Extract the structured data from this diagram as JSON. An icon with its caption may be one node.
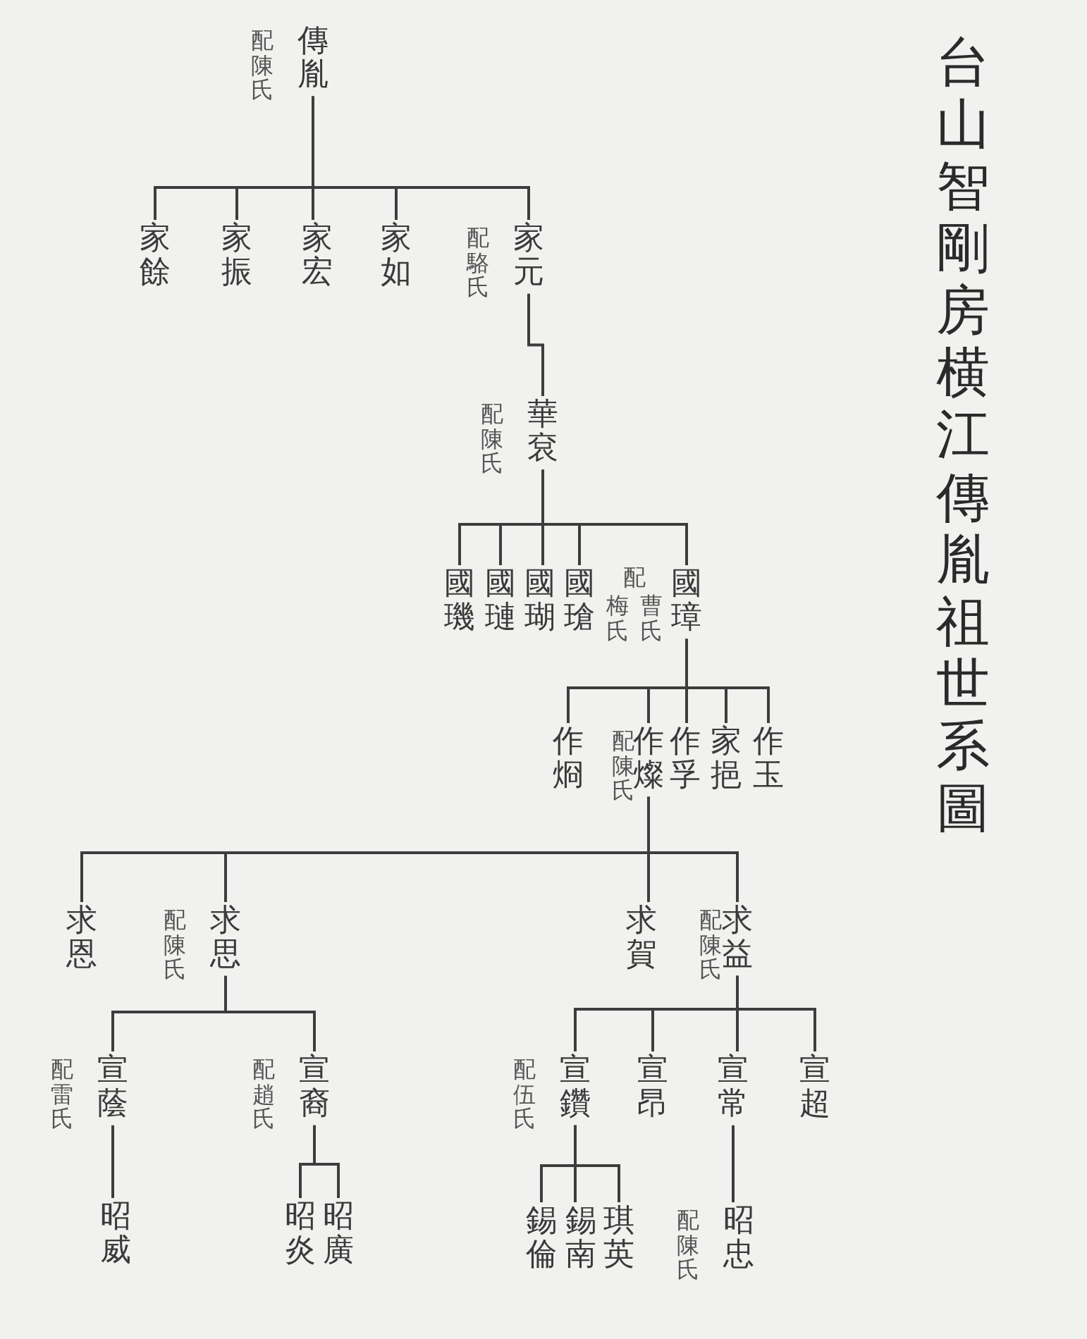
{
  "diagram": {
    "title": "台山智剛房横江傳胤祖世系圖",
    "nodes": [
      {
        "text": [
          "傳胤"
        ],
        "beside": [
          "配陳氏"
        ]
      },
      {
        "text": [
          "家餘"
        ]
      },
      {
        "text": [
          "家振"
        ]
      },
      {
        "text": [
          "家宏"
        ]
      },
      {
        "text": [
          "家如"
        ]
      },
      {
        "text": [
          "家元"
        ],
        "beside": [
          "配駱氏"
        ]
      },
      {
        "text": [
          "華袞"
        ],
        "beside": [
          "配陳氏"
        ]
      },
      {
        "text": [
          "國璣"
        ]
      },
      {
        "text": [
          "國璉"
        ]
      },
      {
        "text": [
          "國瑚"
        ]
      },
      {
        "text": [
          "國瑲"
        ]
      },
      {
        "text": [
          "國璋"
        ],
        "beside": [
          "配",
          "梅氏",
          "曹氏"
        ]
      },
      {
        "text": [
          "作烱"
        ]
      },
      {
        "text": [
          "作燦"
        ],
        "beside": [
          "配陳氏"
        ]
      },
      {
        "text": [
          "作孚"
        ]
      },
      {
        "text": [
          "家挹"
        ]
      },
      {
        "text": [
          "作玉"
        ]
      },
      {
        "text": [
          "求恩"
        ]
      },
      {
        "text": [
          "求思"
        ],
        "beside": [
          "配陳氏"
        ]
      },
      {
        "text": [
          "求賀"
        ]
      },
      {
        "text": [
          "求益"
        ],
        "beside": [
          "配陳氏"
        ]
      },
      {
        "text": [
          "宣蔭"
        ],
        "beside": [
          "配雷氏"
        ]
      },
      {
        "text": [
          "宣裔"
        ],
        "beside": [
          "配趙氏"
        ]
      },
      {
        "text": [
          "宣鑽"
        ],
        "beside": [
          "配伍氏"
        ]
      },
      {
        "text": [
          "宣昂"
        ]
      },
      {
        "text": [
          "宣常"
        ]
      },
      {
        "text": [
          "宣超"
        ]
      },
      {
        "text": [
          "昭威"
        ]
      },
      {
        "text": [
          "昭炎"
        ]
      },
      {
        "text": [
          "昭廣"
        ]
      },
      {
        "text": [
          "錫倫"
        ]
      },
      {
        "text": [
          "錫南"
        ]
      },
      {
        "text": [
          "琪英"
        ]
      },
      {
        "text": [
          "昭忠"
        ],
        "beside": [
          "配陳氏"
        ]
      }
    ],
    "edges": [
      {
        "from": 0,
        "to": 1,
        "arrow": "none"
      },
      {
        "from": 0,
        "to": 2,
        "arrow": "none"
      },
      {
        "from": 0,
        "to": 3,
        "arrow": "none"
      },
      {
        "from": 0,
        "to": 4,
        "arrow": "none"
      },
      {
        "from": 0,
        "to": 5,
        "arrow": "none"
      },
      {
        "from": 5,
        "to": 6,
        "arrow": "none"
      },
      {
        "from": 6,
        "to": 7,
        "arrow": "none"
      },
      {
        "from": 6,
        "to": 8,
        "arrow": "none"
      },
      {
        "from": 6,
        "to": 9,
        "arrow": "none"
      },
      {
        "from": 6,
        "to": 10,
        "arrow": "none"
      },
      {
        "from": 6,
        "to": 11,
        "arrow": "none"
      },
      {
        "from": 11,
        "to": 12,
        "arrow": "none"
      },
      {
        "from": 11,
        "to": 13,
        "arrow": "none"
      },
      {
        "from": 11,
        "to": 14,
        "arrow": "none"
      },
      {
        "from": 11,
        "to": 15,
        "arrow": "none"
      },
      {
        "from": 11,
        "to": 16,
        "arrow": "none"
      },
      {
        "from": 13,
        "to": 17,
        "arrow": "none"
      },
      {
        "from": 13,
        "to": 18,
        "arrow": "none"
      },
      {
        "from": 13,
        "to": 19,
        "arrow": "none"
      },
      {
        "from": 13,
        "to": 20,
        "arrow": "none"
      },
      {
        "from": 18,
        "to": 21,
        "arrow": "none"
      },
      {
        "from": 18,
        "to": 22,
        "arrow": "none"
      },
      {
        "from": 20,
        "to": 23,
        "arrow": "none"
      },
      {
        "from": 20,
        "to": 24,
        "arrow": "none"
      },
      {
        "from": 20,
        "to": 25,
        "arrow": "none"
      },
      {
        "from": 20,
        "to": 26,
        "arrow": "none"
      },
      {
        "from": 21,
        "to": 27,
        "arrow": "none"
      },
      {
        "from": 22,
        "to": 28,
        "arrow": "none"
      },
      {
        "from": 22,
        "to": 29,
        "arrow": "none"
      },
      {
        "from": 23,
        "to": 30,
        "arrow": "none"
      },
      {
        "from": 23,
        "to": 31,
        "arrow": "none"
      },
      {
        "from": 23,
        "to": 32,
        "arrow": "none"
      },
      {
        "from": 25,
        "to": 33,
        "arrow": "none"
      }
    ]
  }
}
